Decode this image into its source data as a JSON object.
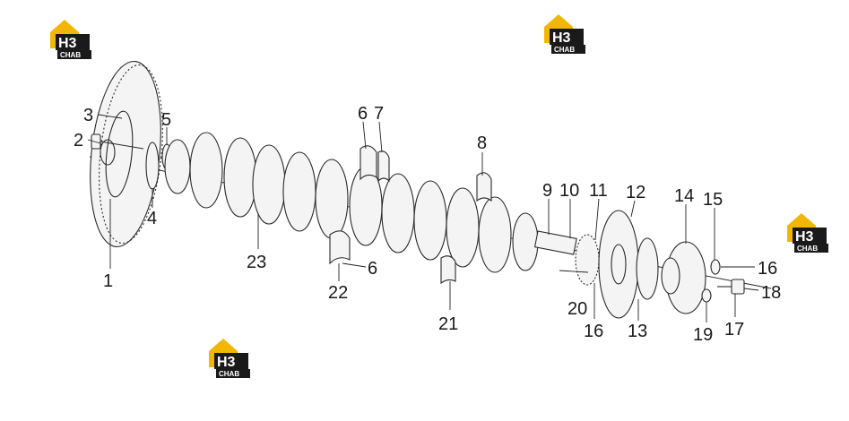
{
  "brand": {
    "logo_mark": "H3",
    "logo_sub": "CHAB",
    "accent": "#f2b705",
    "dark": "#1a1a1a"
  },
  "callouts": [
    {
      "id": "c1",
      "label": "1"
    },
    {
      "id": "c2",
      "label": "2"
    },
    {
      "id": "c3",
      "label": "3"
    },
    {
      "id": "c4",
      "label": "4"
    },
    {
      "id": "c5",
      "label": "5"
    },
    {
      "id": "c6a",
      "label": "6"
    },
    {
      "id": "c7",
      "label": "7"
    },
    {
      "id": "c6b",
      "label": "6"
    },
    {
      "id": "c8",
      "label": "8"
    },
    {
      "id": "c9",
      "label": "9"
    },
    {
      "id": "c10",
      "label": "10"
    },
    {
      "id": "c11",
      "label": "11"
    },
    {
      "id": "c12",
      "label": "12"
    },
    {
      "id": "c13",
      "label": "13"
    },
    {
      "id": "c14",
      "label": "14"
    },
    {
      "id": "c15",
      "label": "15"
    },
    {
      "id": "c16a",
      "label": "16"
    },
    {
      "id": "c16b",
      "label": "16"
    },
    {
      "id": "c17",
      "label": "17"
    },
    {
      "id": "c18",
      "label": "18"
    },
    {
      "id": "c19",
      "label": "19"
    },
    {
      "id": "c20",
      "label": "20"
    },
    {
      "id": "c21",
      "label": "21"
    },
    {
      "id": "c22",
      "label": "22"
    },
    {
      "id": "c23",
      "label": "23"
    }
  ]
}
